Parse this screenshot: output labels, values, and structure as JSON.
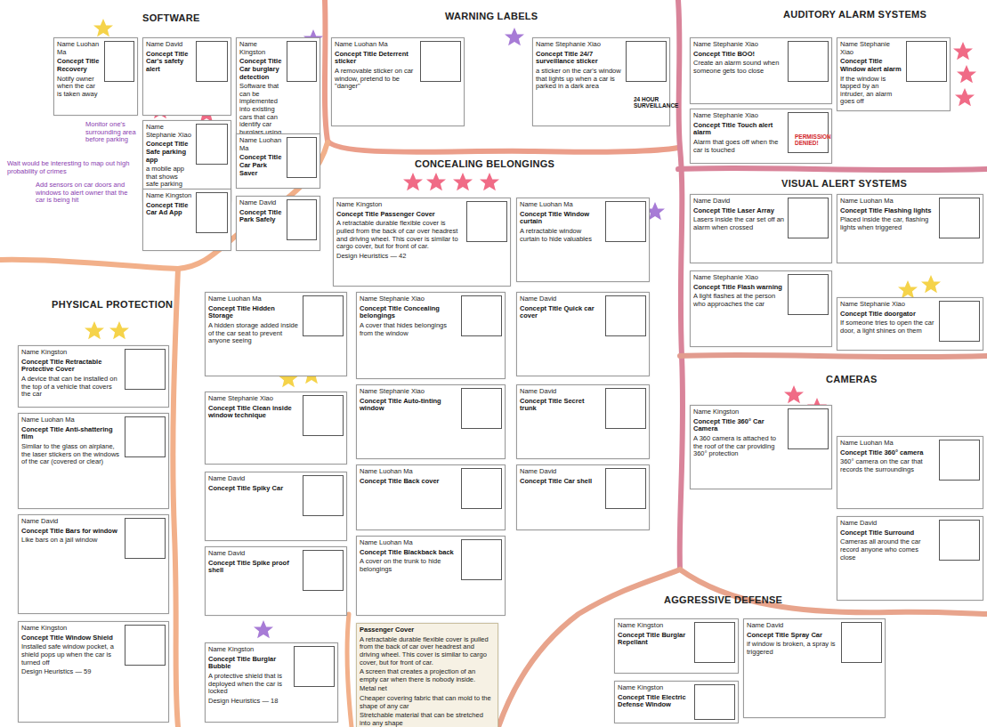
{
  "diagram": {
    "nodes": [
      {
        "text": [
          "Name Luohan Ma",
          "Concept Title Recovery",
          "Notify owner when the car is taken away"
        ]
      },
      {
        "text": [
          "Name David",
          "Concept Title Car's safety alert"
        ]
      },
      {
        "text": [
          "Name Kingston",
          "Concept Title Car burglary detection",
          "Software that can be implemented into existing cars that can identify car burglars using sensors"
        ]
      },
      {
        "text": [
          "Name Stephanie Xiao",
          "Concept Title Safe parking app",
          "a mobile app that shows safe parking spots nearby"
        ]
      },
      {
        "text": [
          "Name Luohan Ma",
          "Concept Title Car Park Saver"
        ]
      },
      {
        "text": [
          "Name Kingston",
          "Concept Title Car Ad App"
        ]
      },
      {
        "text": [
          "Name David",
          "Concept Title Park Safely"
        ]
      },
      {
        "text": [
          "Name Luohan Ma",
          "Concept Title Deterrent sticker",
          "A removable sticker on car window, pretend to be \"danger\""
        ]
      },
      {
        "text": [
          "Name Stephanie Xiao",
          "Concept Title 24/7 surveillance sticker",
          "a sticker on the car's window that lights up when a car is parked in a dark area"
        ]
      },
      {
        "text": [
          "Name Stephanie Xiao",
          "Concept Title BOO!",
          "Create an alarm sound when someone gets too close"
        ]
      },
      {
        "text": [
          "Name Stephanie Xiao",
          "Concept Title Window alert alarm",
          "If the window is tapped by an intruder, an alarm goes off"
        ]
      },
      {
        "text": [
          "Name Stephanie Xiao",
          "Concept Title Touch alert alarm",
          "Alarm that goes off when the car is touched"
        ]
      },
      {
        "text": [
          "Name David",
          "Concept Title Laser Array",
          "Lasers inside the car set off an alarm when crossed"
        ]
      },
      {
        "text": [
          "Name Luohan Ma",
          "Concept Title Flashing lights",
          "Placed inside the car, flashing lights when triggered"
        ]
      },
      {
        "text": [
          "Name Stephanie Xiao",
          "Concept Title Flash warning",
          "A light flashes at the person who approaches the car"
        ]
      },
      {
        "text": [
          "Name Stephanie Xiao",
          "Concept Title doorgator",
          "If someone tries to open the car door, a light shines on them"
        ]
      },
      {
        "text": [
          "Name Kingston",
          "Concept Title 360° Car Camera",
          "A 360 camera is attached to the roof of the car providing 360° protection"
        ]
      },
      {
        "text": [
          "Name Luohan Ma",
          "Concept Title 360° camera",
          "360° camera on the car that records the surroundings"
        ]
      },
      {
        "text": [
          "Name David",
          "Concept Title Surround",
          "Cameras all around the car record anyone who comes close"
        ]
      },
      {
        "text": [
          "Name Kingston",
          "Concept Title Burglar Repellant"
        ]
      },
      {
        "text": [
          "Name Kingston",
          "Concept Title Electric Defense Window"
        ]
      },
      {
        "text": [
          "Name David",
          "Concept Title Spray Car",
          "if window is broken, a spray is triggered"
        ]
      },
      {
        "text": [
          "Name Kingston",
          "Concept Title Passenger Cover",
          "A retractable durable flexible cover is pulled from the back of car over headrest and driving wheel. This cover is similar to cargo cover, but for front of car.",
          "Design Heuristics — 42"
        ]
      },
      {
        "text": [
          "Name Luohan Ma",
          "Concept Title Window curtain",
          "A retractable window curtain to hide valuables"
        ]
      },
      {
        "text": [
          "Name Luohan Ma",
          "Concept Title Hidden Storage",
          "A hidden storage added inside of the car seat to prevent anyone seeing"
        ]
      },
      {
        "text": [
          "Name Stephanie Xiao",
          "Concept Title Concealing belongings",
          "A cover that hides belongings from the window"
        ]
      },
      {
        "text": [
          "Name David",
          "Concept Title Quick car cover"
        ]
      },
      {
        "text": [
          "Name Stephanie Xiao",
          "Concept Title Clean inside window technique"
        ]
      },
      {
        "text": [
          "Name Stephanie Xiao",
          "Concept Title Auto-tinting window"
        ]
      },
      {
        "text": [
          "Name David",
          "Concept Title Secret trunk"
        ]
      },
      {
        "text": [
          "Name Luohan Ma",
          "Concept Title Back cover"
        ]
      },
      {
        "text": [
          "Name David",
          "Concept Title Car shell"
        ]
      },
      {
        "text": [
          "Name Luohan Ma",
          "Concept Title Blackback back",
          "A cover on the trunk to hide belongings"
        ]
      },
      {
        "text": [
          "Passenger Cover",
          "A retractable durable flexible cover is pulled from the back of car over headrest and driving wheel. This cover is similar to cargo cover, but for front of car.",
          "A screen that creates a projection of an empty car when there is nobody inside.",
          "Metal net",
          "Cheaper covering fabric that can mold to the shape of any car",
          "Stretchable material that can be stretched into any shape"
        ]
      },
      {
        "text": [
          "Name Kingston",
          "Concept Title Retractable Protective Cover",
          "A device that can be installed on the top of a vehicle that covers the car"
        ]
      },
      {
        "text": [
          "Name Luohan Ma",
          "Concept Title Anti-shattering film",
          "Similar to the glass on airplane, the laser stickers on the windows of the car (covered or clear)"
        ]
      },
      {
        "text": [
          "Name David",
          "Concept Title Bars for window",
          "Like bars on a jail window"
        ]
      },
      {
        "text": [
          "Name Kingston",
          "Concept Title Window Shield",
          "Installed safe window pocket, a shield pops up when the car is turned off",
          "Design Heuristics — 59"
        ]
      },
      {
        "text": [
          "Name David",
          "Concept Title Spiky Car"
        ]
      },
      {
        "text": [
          "Name David",
          "Concept Title Spike proof shell"
        ]
      },
      {
        "text": [
          "Name Kingston",
          "Concept Title Burglar Bubble",
          "A protective shield that is deployed when the car is locked",
          "Design Heuristics — 18"
        ]
      }
    ],
    "labels": [
      "SOFTWARE",
      "WARNING LABELS",
      "AUDITORY ALARM SYSTEMS",
      "CONCEALING BELONGINGS",
      "VISUAL ALERT SYSTEMS",
      "PHYSICAL PROTECTION",
      "CAMERAS",
      "AGGRESSIVE DEFENSE",
      "Monitor one's surrounding area before parking",
      "Wait would be interesting to map out high probability of crimes",
      "Add sensors on car doors and windows to alert owner that the car is being hit",
      "24 HOUR SURVEILLANCE",
      "PERMISSION DENIED!"
    ]
  }
}
